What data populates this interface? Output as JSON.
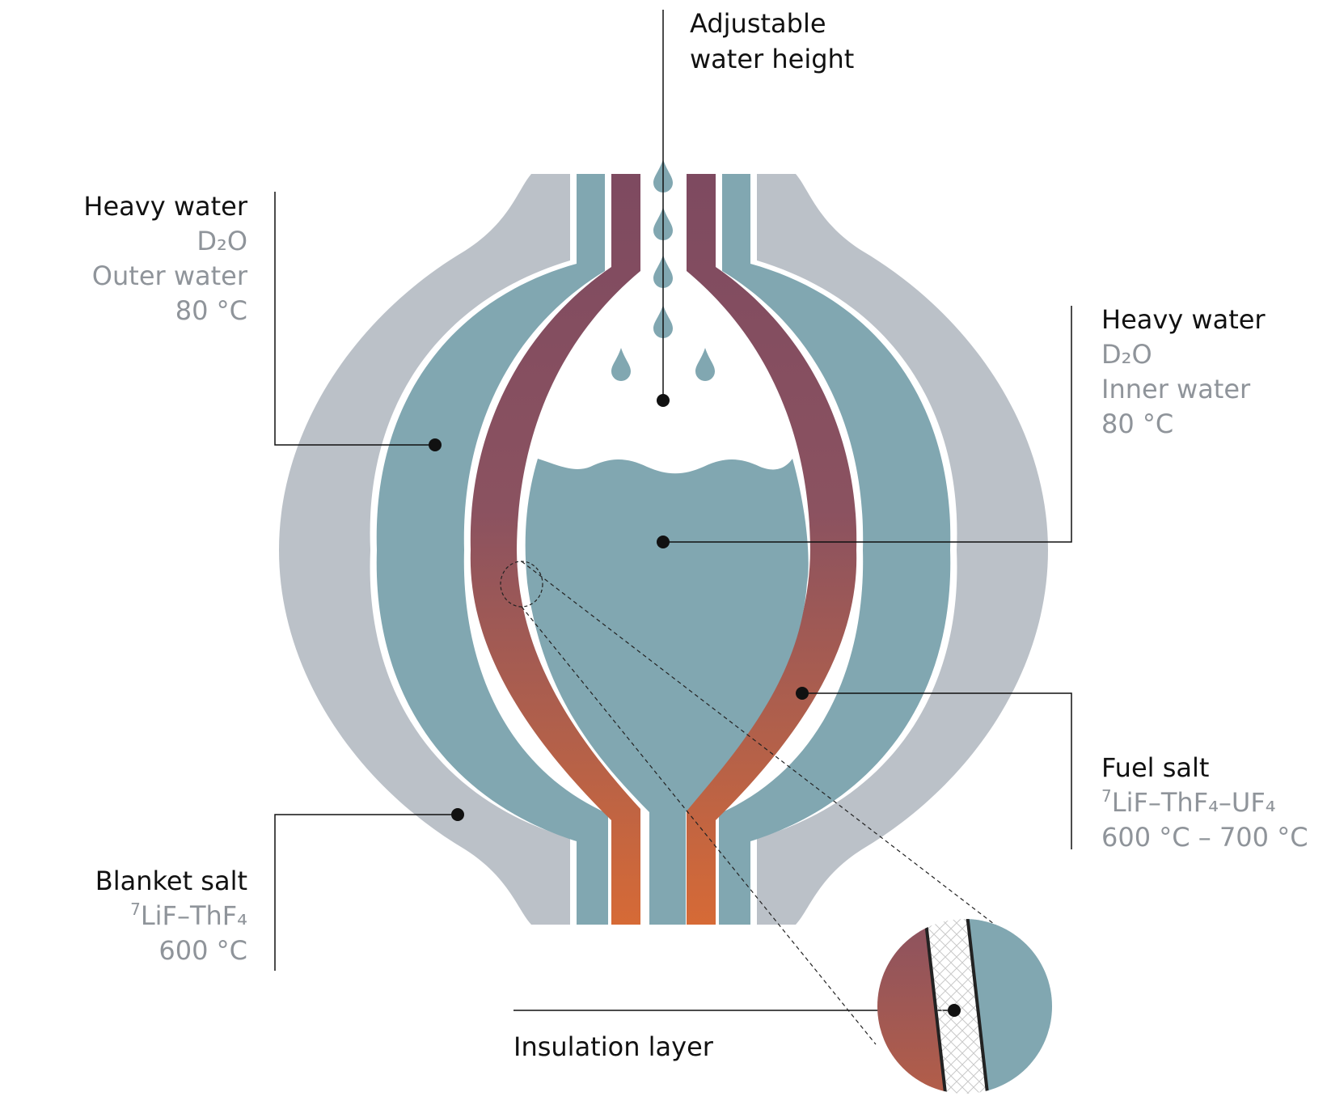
{
  "labels": {
    "water_height": {
      "line1": "Adjustable",
      "line2": "water height"
    },
    "outer_water": {
      "title": "Heavy water",
      "formula": "D₂O",
      "name": "Outer water",
      "temp": "80 °C"
    },
    "inner_water": {
      "title": "Heavy water",
      "formula": "D₂O",
      "name": "Inner water",
      "temp": "80 °C"
    },
    "fuel_salt": {
      "title": "Fuel salt",
      "sup": "7",
      "formula": "LiF–ThF₄–UF₄",
      "temp": "600 °C – 700 °C"
    },
    "blanket_salt": {
      "title": "Blanket salt",
      "sup": "7",
      "formula": "LiF–ThF₄",
      "temp": "600 °C"
    },
    "insulation": {
      "title": "Insulation layer"
    }
  },
  "colors": {
    "blanket_salt": "#bbc1c8",
    "heavy_water": "#81a7b1",
    "fuel_salt_top": "#7e4a60",
    "fuel_salt_bottom": "#d66a36",
    "insulation_line": "#222222",
    "text_dark": "#111111",
    "text_gray": "#8f949a"
  }
}
